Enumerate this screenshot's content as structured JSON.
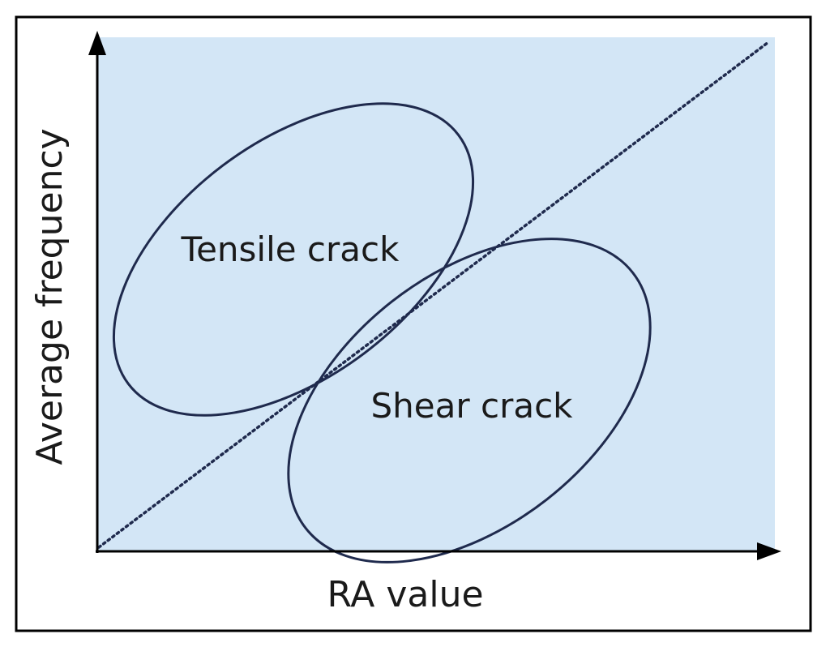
{
  "diagram": {
    "x_axis_label": "RA value",
    "y_axis_label": "Average frequency",
    "regions": [
      {
        "id": "tensile",
        "label": "Tensile crack"
      },
      {
        "id": "shear",
        "label": "Shear crack"
      }
    ],
    "divider": "dotted diagonal line",
    "colors": {
      "plot_background": "#d3e6f6",
      "outline": "#1f2a4d",
      "frame": "#000000",
      "axis": "#000000",
      "text": "#1a1a1a"
    }
  }
}
